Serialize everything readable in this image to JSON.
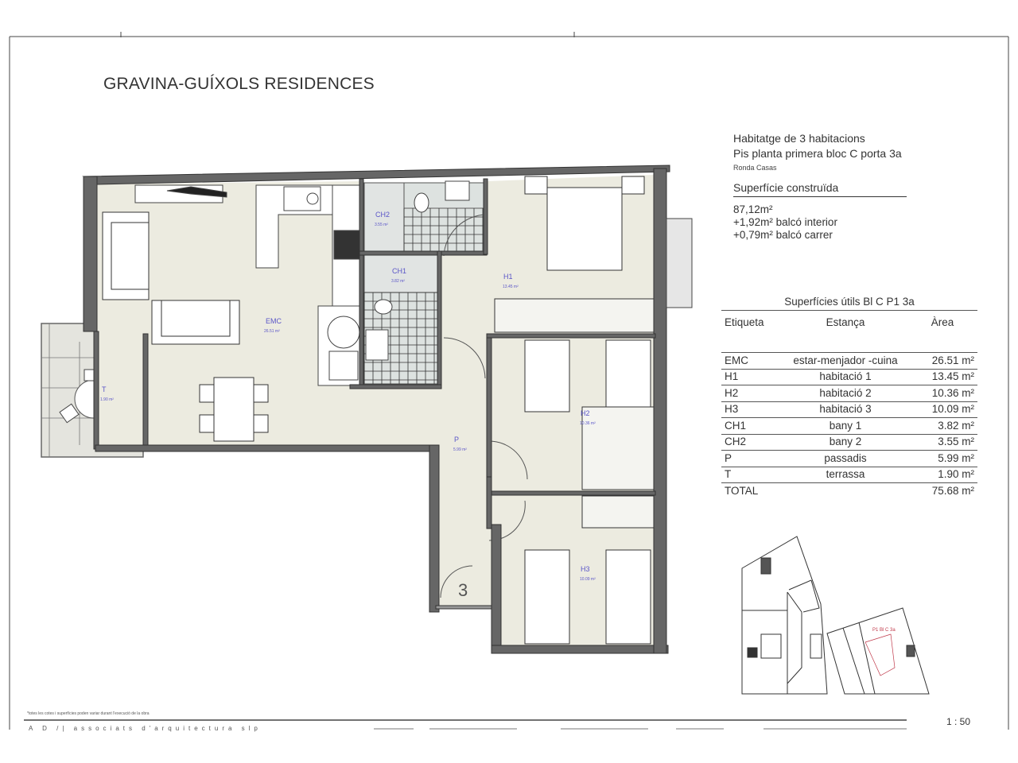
{
  "document": {
    "title": "GRAVINA-GUÍXOLS RESIDENCES",
    "scale": "1 : 50",
    "note": "*totes les cotes i superfícies poden variar durant l'execució de la obra",
    "firm": "A D /| associats d'arquitectura slp"
  },
  "info": {
    "heading": "Habitatge de 3 habitacions",
    "subheading": "Pis planta primera bloc C porta 3a",
    "street": "Ronda Casas",
    "built_area_label": "Superfície construïda",
    "built_area": "87,12m²",
    "balcony_interior": "+1,92m² balcó interior",
    "balcony_street": "+0,79m² balcó carrer"
  },
  "table": {
    "caption": "Superfícies útils Bl C P1 3a",
    "headers": [
      "Etiqueta",
      "Estança",
      "Àrea"
    ],
    "rows": [
      [
        "EMC",
        "estar-menjador -cuina",
        "26.51 m²"
      ],
      [
        "H1",
        "habitació 1",
        "13.45 m²"
      ],
      [
        "H2",
        "habitació 2",
        "10.36 m²"
      ],
      [
        "H3",
        "habitació 3",
        "10.09 m²"
      ],
      [
        "CH1",
        "bany 1",
        "3.82 m²"
      ],
      [
        "CH2",
        "bany 2",
        "3.55 m²"
      ],
      [
        "P",
        "passadis",
        "5.99 m²"
      ],
      [
        "T",
        "terrassa",
        "1.90 m²"
      ]
    ],
    "total_label": "TOTAL",
    "total_value": "75.68 m²"
  },
  "plan": {
    "unit_number": "3",
    "rooms": {
      "emc": {
        "label": "EMC",
        "area": "26.51 m²"
      },
      "ch2": {
        "label": "CH2",
        "area": "3.55 m²"
      },
      "ch1": {
        "label": "CH1",
        "area": "3.82 m²"
      },
      "h1": {
        "label": "H1",
        "area": "13.45 m²"
      },
      "h2": {
        "label": "H2",
        "area": "10.36 m²"
      },
      "h3": {
        "label": "H3",
        "area": "10.09 m²"
      },
      "p": {
        "label": "P",
        "area": "5.99 m²"
      },
      "t": {
        "label": "T",
        "area": "1.90 m²"
      }
    },
    "key_plan_label": "P1 Bl C 3a",
    "colors": {
      "floor": "#ecebe0",
      "wall": "#555555",
      "room_label": "#5a55c8",
      "key_highlight": "#c0394a"
    }
  }
}
